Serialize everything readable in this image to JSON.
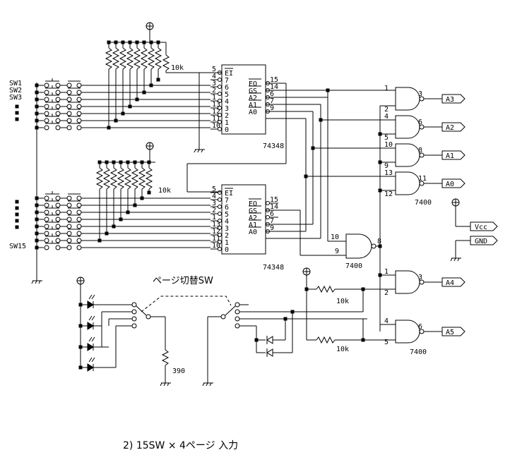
{
  "ic_upper": {
    "part": "74348",
    "in_pins": [
      "5",
      "4",
      "3",
      "2",
      "1",
      "13",
      "12",
      "11",
      "10"
    ],
    "in_names": [
      "EI",
      "7",
      "6",
      "5",
      "4",
      "3",
      "2",
      "1",
      "0"
    ],
    "out_pins": [
      "15",
      "14",
      "6",
      "7",
      "9"
    ],
    "out_names": [
      "EO",
      "GS",
      "A2",
      "A1",
      "A0"
    ]
  },
  "ic_lower": {
    "part": "74348",
    "in_pins": [
      "5",
      "4",
      "3",
      "2",
      "1",
      "13",
      "12",
      "11",
      "10"
    ],
    "in_names": [
      "EI",
      "7",
      "6",
      "5",
      "4",
      "3",
      "2",
      "1",
      "0"
    ],
    "out_pins": [
      "15",
      "14",
      "6",
      "7",
      "9"
    ],
    "out_names": [
      "EO",
      "GS",
      "A2",
      "A1",
      "A0"
    ]
  },
  "switch_labels": {
    "sw1": "SW1",
    "sw2": "SW2",
    "sw3": "SW3",
    "sw15": "SW15"
  },
  "resistors": {
    "pullup_top": "10k",
    "pullup_bottom": "10k",
    "r_a4": "10k",
    "r_a5": "10k",
    "r_led": "390"
  },
  "gates": {
    "g1": {
      "in1": "1",
      "in2": "2",
      "out": "3"
    },
    "g2": {
      "in1": "4",
      "in2": "5",
      "out": "6"
    },
    "g3": {
      "in1": "10",
      "in2": "9",
      "out": "8"
    },
    "g4": {
      "in1": "13",
      "in2": "12",
      "out": "11"
    },
    "g_mid": {
      "in1": "10",
      "in2": "9",
      "out": "8"
    },
    "g5": {
      "in1": "1",
      "in2": "2",
      "out": "3"
    },
    "g6": {
      "in1": "4",
      "in2": "5",
      "out": "6"
    }
  },
  "gate_parts": {
    "upper": "7400",
    "middle": "7400",
    "lower": "7400"
  },
  "outputs": [
    "A3",
    "A2",
    "A1",
    "A0",
    "A4",
    "A5"
  ],
  "power": {
    "vcc": "Vcc",
    "gnd": "GND"
  },
  "page_switch_label": "ページ切替SW",
  "caption": "2) 15SW × 4ページ 入力"
}
